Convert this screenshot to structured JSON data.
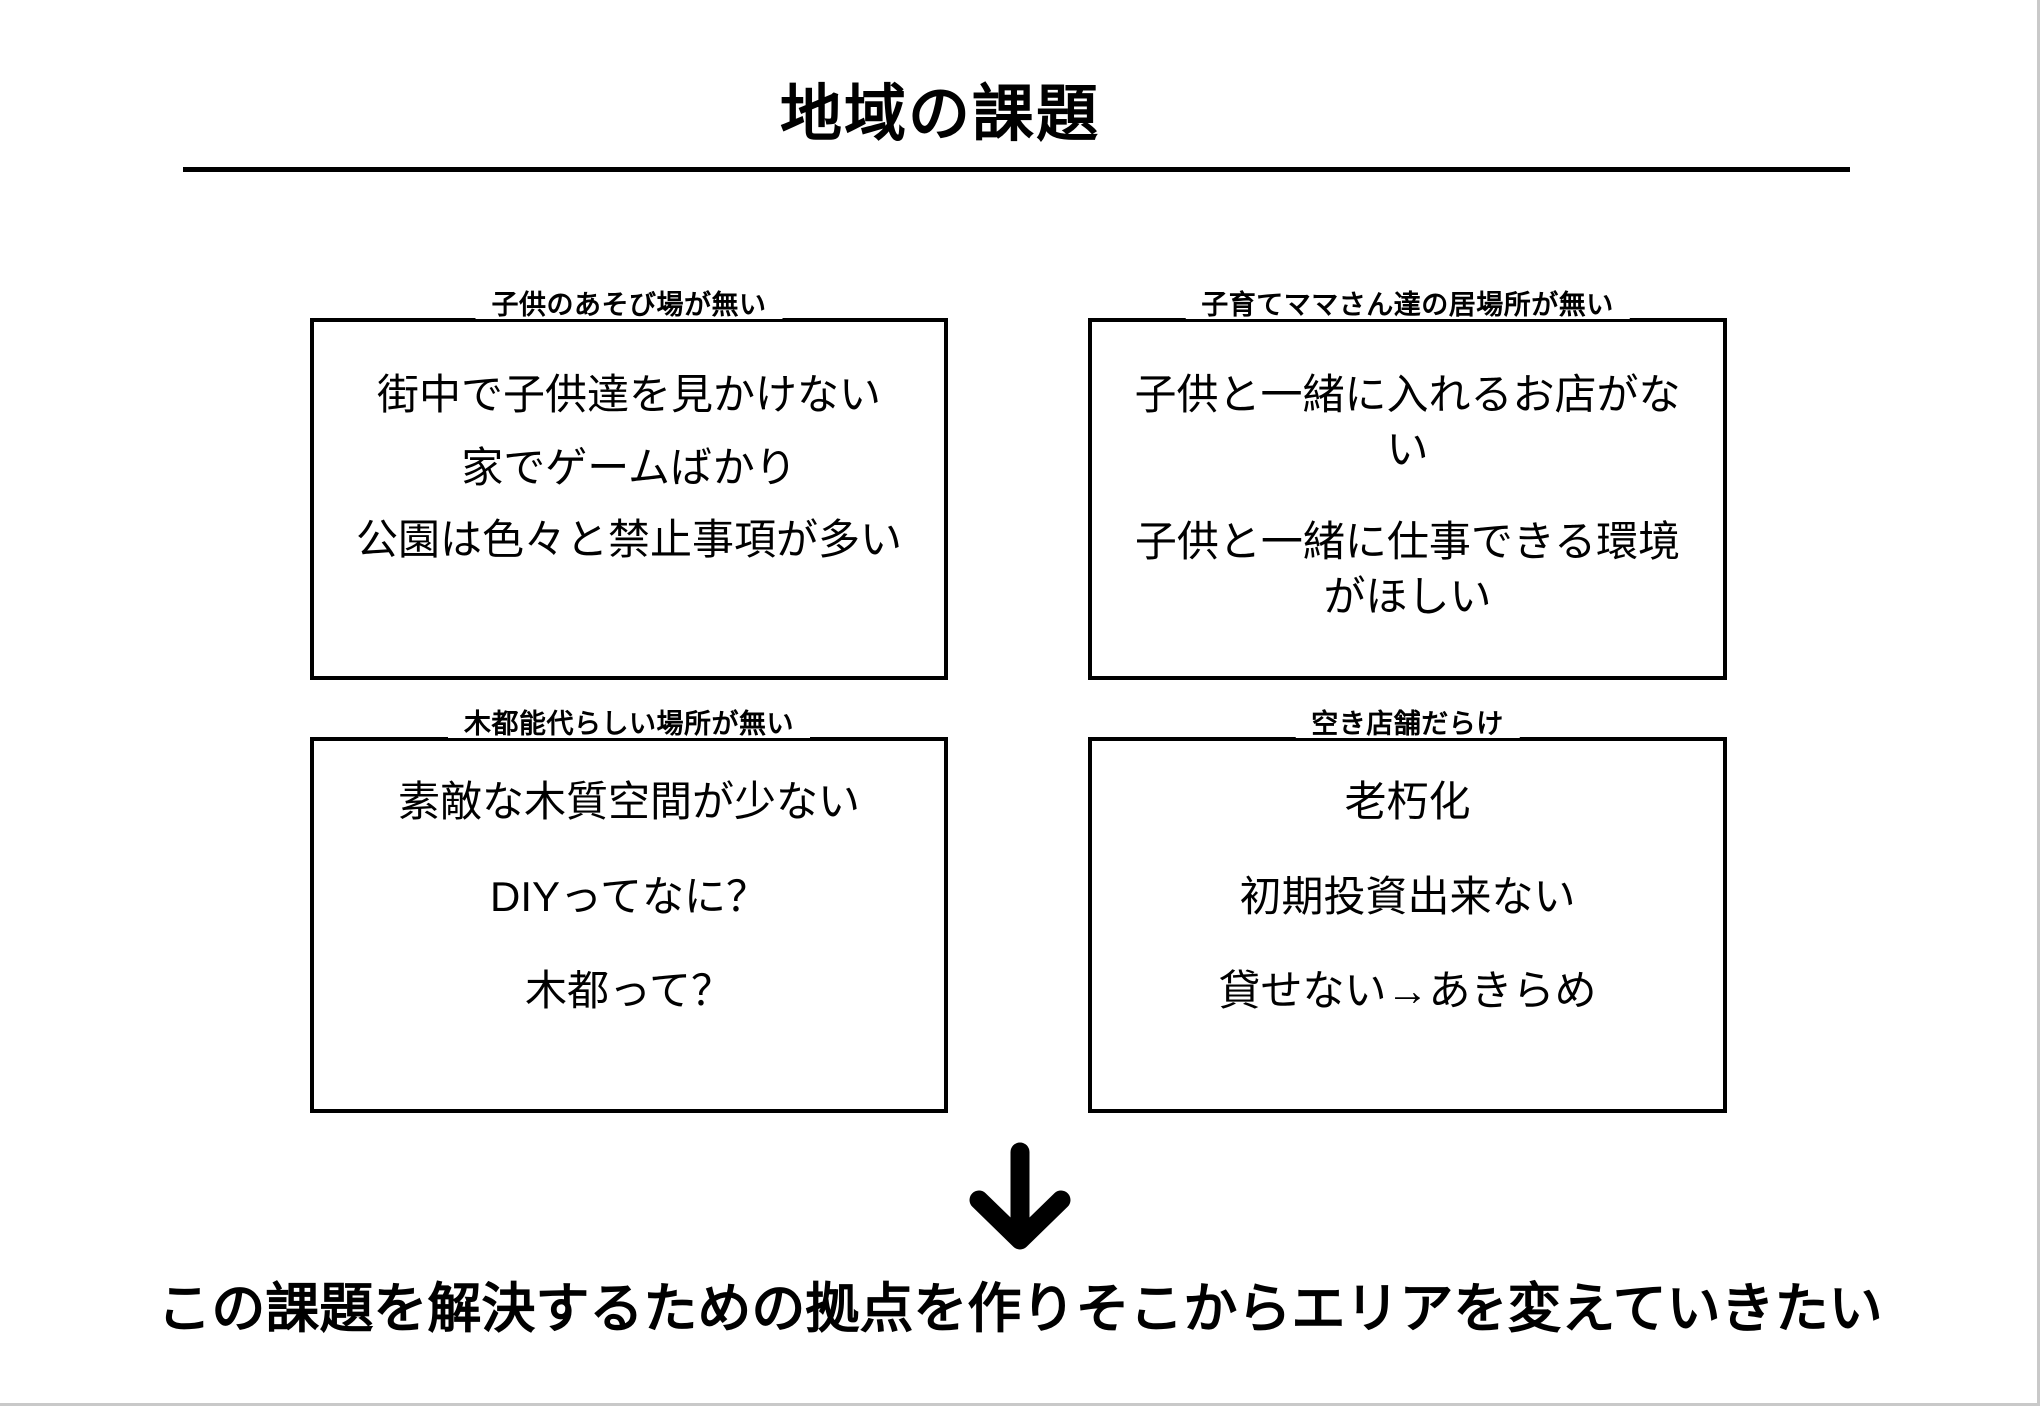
{
  "slide": {
    "title": "地域の課題",
    "divider": "horizontal-rule",
    "arrow_icon": "arrow-down-icon",
    "caption": "この課題を解決するための拠点を作りそこからエリアを変えていきたい",
    "accent_color": "#000000",
    "background_color": "#ffffff"
  },
  "boxes": [
    {
      "legend": "子供のあそび場が無い",
      "lines": [
        "街中で子供達を見かけない",
        "家でゲームばかり",
        "公園は色々と禁止事項が多い"
      ]
    },
    {
      "legend": "子育てママさん達の居場所が無い",
      "lines": [
        "子供と一緒に入れるお店がない",
        "子供と一緒に仕事できる環境がほしい"
      ]
    },
    {
      "legend": "木都能代らしい場所が無い",
      "lines": [
        "素敵な木質空間が少ない",
        "DIYってなに？",
        "木都って？"
      ]
    },
    {
      "legend": "空き店舗だらけ",
      "lines": [
        "老朽化",
        "初期投資出来ない",
        "貸せない→あきらめ"
      ]
    }
  ]
}
